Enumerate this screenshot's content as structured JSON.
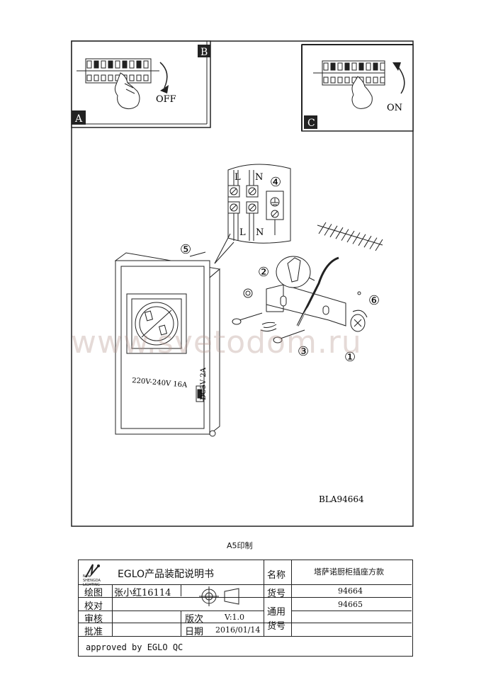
{
  "panels": {
    "a": {
      "letter": "A",
      "label": "OFF"
    },
    "b": {
      "letter": "B"
    },
    "c": {
      "letter": "C",
      "label": "ON"
    }
  },
  "diagram": {
    "terminal_l_top": "L",
    "terminal_n_top": "N",
    "terminal_l_bottom": "L",
    "terminal_n_bottom": "N",
    "step_1": "①",
    "step_2": "②",
    "step_3": "③",
    "step_4": "④",
    "step_5": "⑤",
    "step_6": "⑥",
    "socket_rating": "220V-240V 16A",
    "usb_rating": "DC5V 2A",
    "model_code": "BLA94664"
  },
  "watermark": "www.svetodom.ru",
  "print_size": "A5印制",
  "title_block": {
    "brand_logo": "New SHENGDA LIGHTING",
    "title": "EGLO产品装配说明书",
    "drawn_label": "绘图",
    "drawn_value": "张小红16114",
    "check_label": "校对",
    "review_label": "审核",
    "approve_label": "批准",
    "version_label": "版次",
    "version_value": "V:1.0",
    "date_label": "日期",
    "date_value": "2016/01/14",
    "name_label": "名称",
    "name_value": "塔萨诺厨柜插座方款",
    "item_label": "货号",
    "item_value": "94664",
    "general_label": "通用",
    "general_label2": "货号",
    "general_value": "94665",
    "approved_by": "approved by EGLO QC"
  }
}
